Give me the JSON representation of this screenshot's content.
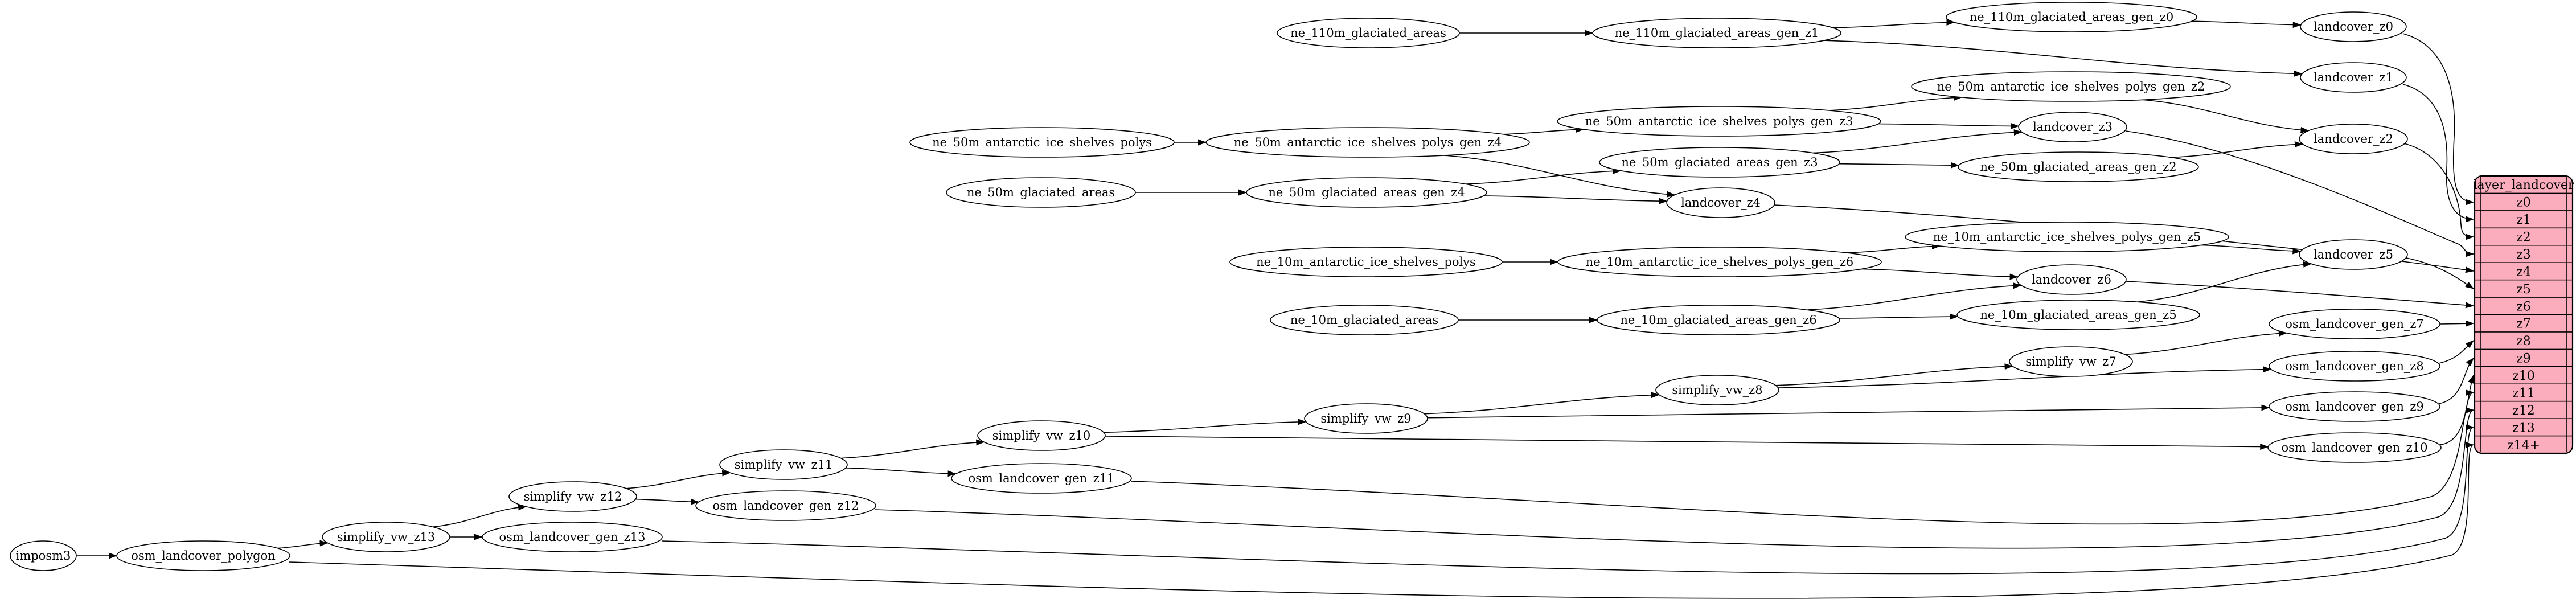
{
  "graph": {
    "colors": {
      "background": "#ffffff",
      "node_fill": "#ffffff",
      "node_stroke": "#000000",
      "edge": "#000000",
      "text": "#000000",
      "table_fill": "#fbadbd",
      "table_stroke": "#000000"
    },
    "nodes": [
      {
        "id": "imposm3",
        "label": "imposm3"
      },
      {
        "id": "osm_landcover_polygon",
        "label": "osm_landcover_polygon"
      },
      {
        "id": "simplify_vw_z13",
        "label": "simplify_vw_z13"
      },
      {
        "id": "osm_landcover_gen_z13",
        "label": "osm_landcover_gen_z13"
      },
      {
        "id": "simplify_vw_z12",
        "label": "simplify_vw_z12"
      },
      {
        "id": "osm_landcover_gen_z12",
        "label": "osm_landcover_gen_z12"
      },
      {
        "id": "simplify_vw_z11",
        "label": "simplify_vw_z11"
      },
      {
        "id": "osm_landcover_gen_z11",
        "label": "osm_landcover_gen_z11"
      },
      {
        "id": "simplify_vw_z10",
        "label": "simplify_vw_z10"
      },
      {
        "id": "simplify_vw_z9",
        "label": "simplify_vw_z9"
      },
      {
        "id": "simplify_vw_z8",
        "label": "simplify_vw_z8"
      },
      {
        "id": "simplify_vw_z7",
        "label": "simplify_vw_z7"
      },
      {
        "id": "osm_landcover_gen_z10",
        "label": "osm_landcover_gen_z10"
      },
      {
        "id": "osm_landcover_gen_z9",
        "label": "osm_landcover_gen_z9"
      },
      {
        "id": "osm_landcover_gen_z8",
        "label": "osm_landcover_gen_z8"
      },
      {
        "id": "osm_landcover_gen_z7",
        "label": "osm_landcover_gen_z7"
      },
      {
        "id": "ne_110m_glaciated_areas",
        "label": "ne_110m_glaciated_areas"
      },
      {
        "id": "ne_110m_glaciated_areas_gen_z1",
        "label": "ne_110m_glaciated_areas_gen_z1"
      },
      {
        "id": "ne_110m_glaciated_areas_gen_z0",
        "label": "ne_110m_glaciated_areas_gen_z0"
      },
      {
        "id": "landcover_z0",
        "label": "landcover_z0"
      },
      {
        "id": "landcover_z1",
        "label": "landcover_z1"
      },
      {
        "id": "ne_50m_antarctic_ice_shelves_polys",
        "label": "ne_50m_antarctic_ice_shelves_polys"
      },
      {
        "id": "ne_50m_antarctic_ice_shelves_polys_gen_z4",
        "label": "ne_50m_antarctic_ice_shelves_polys_gen_z4"
      },
      {
        "id": "ne_50m_antarctic_ice_shelves_polys_gen_z3",
        "label": "ne_50m_antarctic_ice_shelves_polys_gen_z3"
      },
      {
        "id": "ne_50m_antarctic_ice_shelves_polys_gen_z2",
        "label": "ne_50m_antarctic_ice_shelves_polys_gen_z2"
      },
      {
        "id": "landcover_z2",
        "label": "landcover_z2"
      },
      {
        "id": "landcover_z3",
        "label": "landcover_z3"
      },
      {
        "id": "ne_50m_glaciated_areas",
        "label": "ne_50m_glaciated_areas"
      },
      {
        "id": "ne_50m_glaciated_areas_gen_z4",
        "label": "ne_50m_glaciated_areas_gen_z4"
      },
      {
        "id": "ne_50m_glaciated_areas_gen_z3",
        "label": "ne_50m_glaciated_areas_gen_z3"
      },
      {
        "id": "ne_50m_glaciated_areas_gen_z2",
        "label": "ne_50m_glaciated_areas_gen_z2"
      },
      {
        "id": "landcover_z4",
        "label": "landcover_z4"
      },
      {
        "id": "ne_10m_antarctic_ice_shelves_polys",
        "label": "ne_10m_antarctic_ice_shelves_polys"
      },
      {
        "id": "ne_10m_antarctic_ice_shelves_polys_gen_z6",
        "label": "ne_10m_antarctic_ice_shelves_polys_gen_z6"
      },
      {
        "id": "ne_10m_antarctic_ice_shelves_polys_gen_z5",
        "label": "ne_10m_antarctic_ice_shelves_polys_gen_z5"
      },
      {
        "id": "landcover_z5",
        "label": "landcover_z5"
      },
      {
        "id": "landcover_z6",
        "label": "landcover_z6"
      },
      {
        "id": "ne_10m_glaciated_areas",
        "label": "ne_10m_glaciated_areas"
      },
      {
        "id": "ne_10m_glaciated_areas_gen_z6",
        "label": "ne_10m_glaciated_areas_gen_z6"
      },
      {
        "id": "ne_10m_glaciated_areas_gen_z5",
        "label": "ne_10m_glaciated_areas_gen_z5"
      }
    ],
    "edges": [
      [
        "imposm3",
        "osm_landcover_polygon"
      ],
      [
        "osm_landcover_polygon",
        "simplify_vw_z13"
      ],
      [
        "simplify_vw_z13",
        "osm_landcover_gen_z13"
      ],
      [
        "simplify_vw_z13",
        "simplify_vw_z12"
      ],
      [
        "simplify_vw_z12",
        "osm_landcover_gen_z12"
      ],
      [
        "simplify_vw_z12",
        "simplify_vw_z11"
      ],
      [
        "simplify_vw_z11",
        "osm_landcover_gen_z11"
      ],
      [
        "simplify_vw_z11",
        "simplify_vw_z10"
      ],
      [
        "simplify_vw_z10",
        "osm_landcover_gen_z10"
      ],
      [
        "simplify_vw_z10",
        "simplify_vw_z9"
      ],
      [
        "simplify_vw_z9",
        "osm_landcover_gen_z9"
      ],
      [
        "simplify_vw_z9",
        "simplify_vw_z8"
      ],
      [
        "simplify_vw_z8",
        "osm_landcover_gen_z8"
      ],
      [
        "simplify_vw_z8",
        "simplify_vw_z7"
      ],
      [
        "simplify_vw_z7",
        "osm_landcover_gen_z7"
      ],
      [
        "ne_110m_glaciated_areas",
        "ne_110m_glaciated_areas_gen_z1"
      ],
      [
        "ne_110m_glaciated_areas_gen_z1",
        "ne_110m_glaciated_areas_gen_z0"
      ],
      [
        "ne_110m_glaciated_areas_gen_z1",
        "landcover_z1"
      ],
      [
        "ne_110m_glaciated_areas_gen_z0",
        "landcover_z0"
      ],
      [
        "ne_50m_antarctic_ice_shelves_polys",
        "ne_50m_antarctic_ice_shelves_polys_gen_z4"
      ],
      [
        "ne_50m_antarctic_ice_shelves_polys_gen_z4",
        "ne_50m_antarctic_ice_shelves_polys_gen_z3"
      ],
      [
        "ne_50m_antarctic_ice_shelves_polys_gen_z4",
        "landcover_z4"
      ],
      [
        "ne_50m_antarctic_ice_shelves_polys_gen_z3",
        "ne_50m_antarctic_ice_shelves_polys_gen_z2"
      ],
      [
        "ne_50m_antarctic_ice_shelves_polys_gen_z3",
        "landcover_z3"
      ],
      [
        "ne_50m_antarctic_ice_shelves_polys_gen_z2",
        "landcover_z2"
      ],
      [
        "ne_50m_glaciated_areas",
        "ne_50m_glaciated_areas_gen_z4"
      ],
      [
        "ne_50m_glaciated_areas_gen_z4",
        "ne_50m_glaciated_areas_gen_z3"
      ],
      [
        "ne_50m_glaciated_areas_gen_z4",
        "landcover_z4"
      ],
      [
        "ne_50m_glaciated_areas_gen_z3",
        "ne_50m_glaciated_areas_gen_z2"
      ],
      [
        "ne_50m_glaciated_areas_gen_z3",
        "landcover_z3"
      ],
      [
        "ne_50m_glaciated_areas_gen_z2",
        "landcover_z2"
      ],
      [
        "ne_10m_antarctic_ice_shelves_polys",
        "ne_10m_antarctic_ice_shelves_polys_gen_z6"
      ],
      [
        "ne_10m_antarctic_ice_shelves_polys_gen_z6",
        "ne_10m_antarctic_ice_shelves_polys_gen_z5"
      ],
      [
        "ne_10m_antarctic_ice_shelves_polys_gen_z6",
        "landcover_z6"
      ],
      [
        "ne_10m_antarctic_ice_shelves_polys_gen_z5",
        "landcover_z5"
      ],
      [
        "ne_10m_glaciated_areas",
        "ne_10m_glaciated_areas_gen_z6"
      ],
      [
        "ne_10m_glaciated_areas_gen_z6",
        "ne_10m_glaciated_areas_gen_z5"
      ],
      [
        "ne_10m_glaciated_areas_gen_z6",
        "landcover_z6"
      ],
      [
        "ne_10m_glaciated_areas_gen_z5",
        "landcover_z5"
      ],
      [
        "landcover_z0",
        "row:z0"
      ],
      [
        "landcover_z1",
        "row:z1"
      ],
      [
        "landcover_z2",
        "row:z2"
      ],
      [
        "landcover_z3",
        "row:z3"
      ],
      [
        "landcover_z4",
        "row:z4"
      ],
      [
        "landcover_z5",
        "row:z5"
      ],
      [
        "landcover_z6",
        "row:z6"
      ],
      [
        "osm_landcover_gen_z7",
        "row:z7"
      ],
      [
        "osm_landcover_gen_z8",
        "row:z8"
      ],
      [
        "osm_landcover_gen_z9",
        "row:z9"
      ],
      [
        "osm_landcover_gen_z10",
        "row:z10"
      ],
      [
        "osm_landcover_gen_z11",
        "row:z11"
      ],
      [
        "osm_landcover_gen_z12",
        "row:z12"
      ],
      [
        "osm_landcover_gen_z13",
        "row:z13"
      ],
      [
        "osm_landcover_polygon",
        "row:z14+"
      ]
    ],
    "table": {
      "title": "layer_landcover",
      "rows": [
        "z0",
        "z1",
        "z2",
        "z3",
        "z4",
        "z5",
        "z6",
        "z7",
        "z8",
        "z9",
        "z10",
        "z11",
        "z12",
        "z13",
        "z14+"
      ]
    }
  }
}
